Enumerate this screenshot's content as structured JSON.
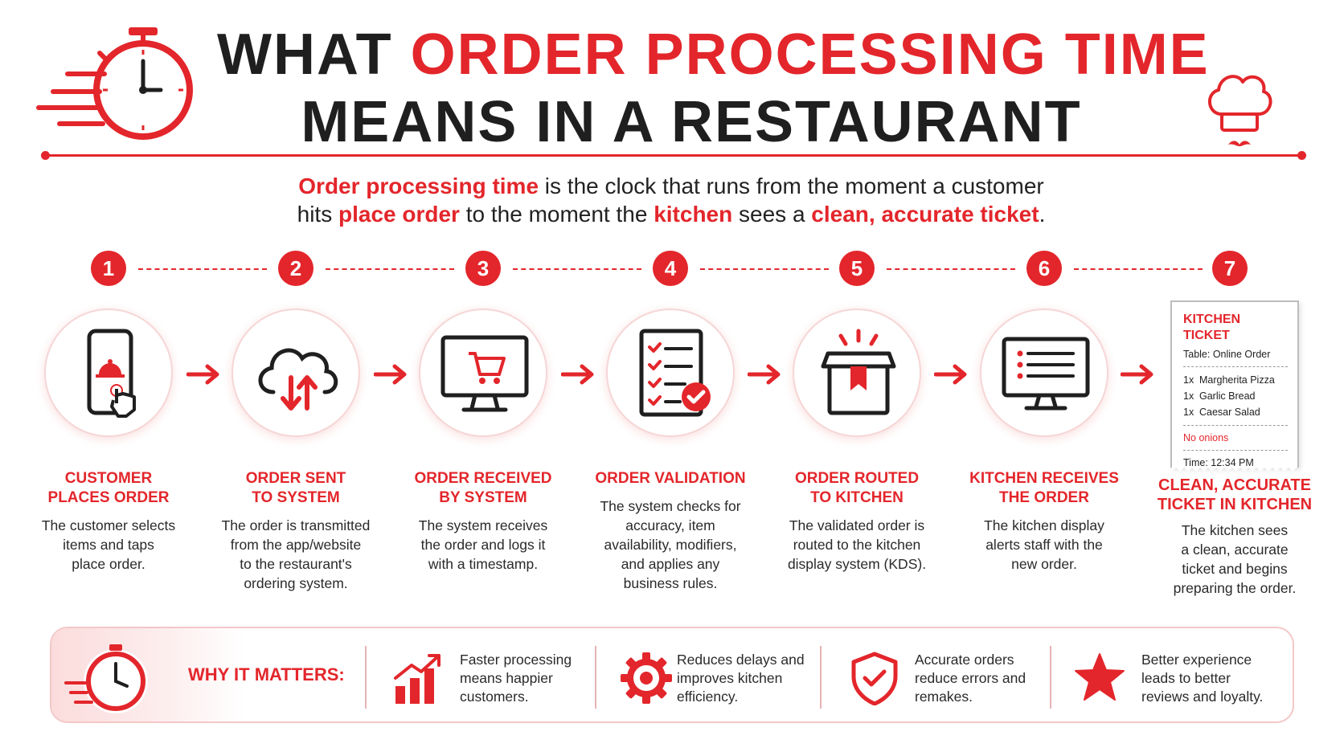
{
  "header": {
    "title_line1_prefix": "WHAT ",
    "title_line1_accent": "ORDER PROCESSING TIME",
    "title_line2": "MEANS IN A RESTAURANT"
  },
  "intro": {
    "p1_em": "Order processing time",
    "p1": " is the clock that runs from the moment a customer",
    "p2": "hits ",
    "p2_em1": "place order",
    "p2_mid": " to the moment the ",
    "p2_em2": "kitchen",
    "p2_mid2": " sees a ",
    "p2_em3": "clean, accurate ticket",
    "p2_end": "."
  },
  "steps": [
    {
      "num": "1",
      "title1": "CUSTOMER",
      "title2": "PLACES ORDER",
      "desc": [
        "The customer selects",
        "items and taps",
        "place order."
      ],
      "icon": "phone-tap-icon"
    },
    {
      "num": "2",
      "title1": "ORDER SENT",
      "title2": "TO SYSTEM",
      "desc": [
        "The order is transmitted",
        "from the app/website",
        "to the restaurant's",
        "ordering system."
      ],
      "icon": "cloud-sync-icon"
    },
    {
      "num": "3",
      "title1": "ORDER RECEIVED",
      "title2": "BY SYSTEM",
      "desc": [
        "The system receives",
        "the order and logs it",
        "with a timestamp."
      ],
      "icon": "monitor-cart-icon"
    },
    {
      "num": "4",
      "title1": "ORDER VALIDATION",
      "title2": "",
      "desc": [
        "The system checks for",
        "accuracy, item",
        "availability, modifiers,",
        "and applies any",
        "business rules."
      ],
      "icon": "checklist-icon"
    },
    {
      "num": "5",
      "title1": "ORDER ROUTED",
      "title2": "TO KITCHEN",
      "desc": [
        "The validated order is",
        "routed to the kitchen",
        "display system (KDS)."
      ],
      "icon": "package-icon"
    },
    {
      "num": "6",
      "title1": "KITCHEN RECEIVES",
      "title2": "THE ORDER",
      "desc": [
        "The kitchen display",
        "alerts staff with the",
        "new order."
      ],
      "icon": "kds-monitor-icon"
    },
    {
      "num": "7",
      "title1": "CLEAN, ACCURATE",
      "title2": "TICKET IN KITCHEN",
      "desc": [
        "The kitchen sees",
        "a clean, accurate",
        "ticket and begins",
        "preparing the order."
      ],
      "icon": "ticket-icon"
    }
  ],
  "ticket": {
    "heading": "KITCHEN TICKET",
    "table": "Table: Online Order",
    "items": [
      {
        "qty": "1x",
        "name": "Margherita Pizza"
      },
      {
        "qty": "1x",
        "name": "Garlic Bread"
      },
      {
        "qty": "1x",
        "name": "Caesar Salad"
      }
    ],
    "note": "No onions",
    "time": "Time: 12:34 PM"
  },
  "banner": {
    "heading": "WHY IT MATTERS:",
    "benefits": [
      {
        "icon": "growth-chart-icon",
        "lines": [
          "Faster processing",
          "means happier",
          "customers."
        ]
      },
      {
        "icon": "gear-icon",
        "lines": [
          "Reduces delays and",
          "improves kitchen",
          "efficiency."
        ]
      },
      {
        "icon": "shield-check-icon",
        "lines": [
          "Accurate orders",
          "reduce errors and",
          "remakes."
        ]
      },
      {
        "icon": "star-icon",
        "lines": [
          "Better experience",
          "leads to better",
          "reviews and loyalty."
        ]
      }
    ]
  },
  "colors": {
    "accent": "#e3262b",
    "text": "#1f1f1f"
  }
}
